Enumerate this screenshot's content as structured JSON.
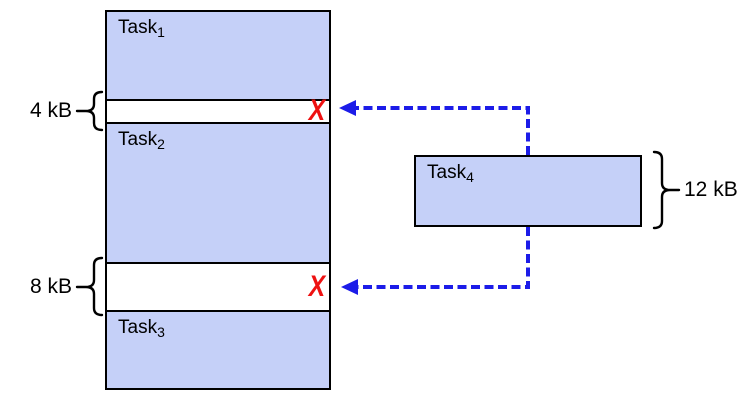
{
  "diagram": {
    "memory_column": {
      "task1": {
        "base": "Task",
        "sub": "1"
      },
      "gap1": {
        "label": "4 kB"
      },
      "task2": {
        "base": "Task",
        "sub": "2"
      },
      "gap2": {
        "label": "8 kB"
      },
      "task3": {
        "base": "Task",
        "sub": "3"
      }
    },
    "incoming_task": {
      "base": "Task",
      "sub": "4",
      "size_label": "12 kB"
    },
    "reject_mark": "X",
    "colors": {
      "task_fill": "#c5d0f8",
      "outline": "#000000",
      "arrow_blue": "#1c1ce8",
      "reject_red": "#ee1111"
    }
  }
}
